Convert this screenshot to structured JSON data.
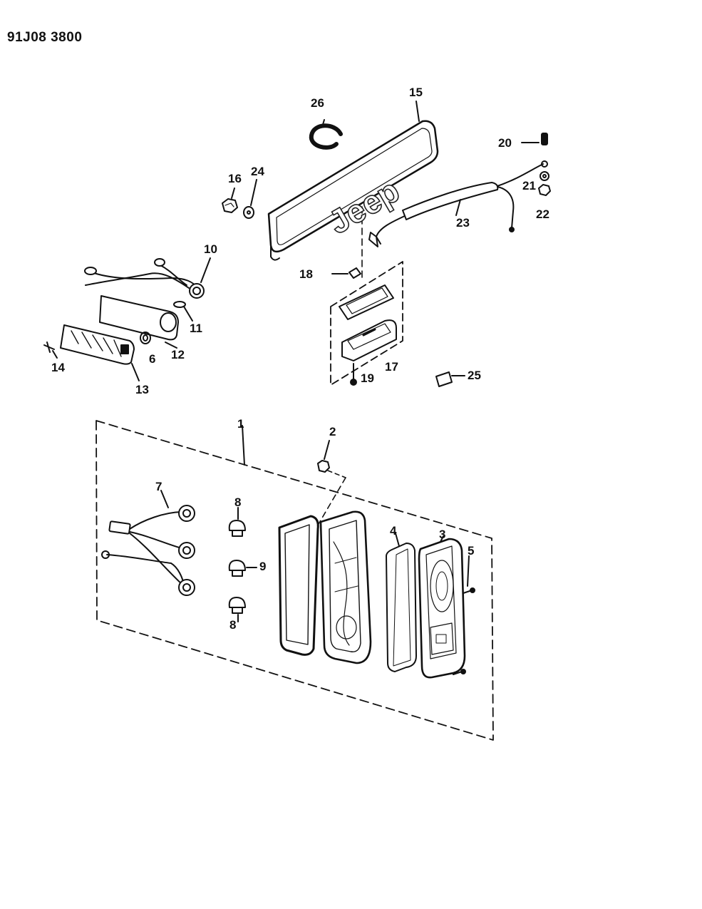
{
  "diagram_code": "91J08 3800",
  "logo_text": "Jeep",
  "callouts": [
    "1",
    "2",
    "3",
    "4",
    "5",
    "6",
    "7",
    "8",
    "8",
    "9",
    "10",
    "11",
    "12",
    "13",
    "14",
    "15",
    "16",
    "17",
    "18",
    "19",
    "20",
    "21",
    "22",
    "23",
    "24",
    "25",
    "26"
  ]
}
